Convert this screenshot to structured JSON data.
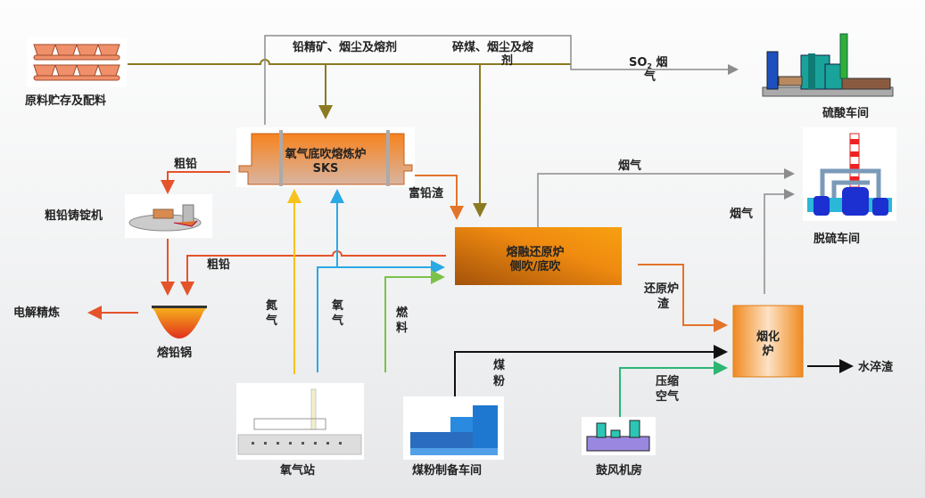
{
  "nodes": {
    "raw_material": "原料贮存及配料",
    "sks_furnace": {
      "line1": "氧气底吹熔炼炉",
      "line2": "SKS"
    },
    "casting_machine": "粗铅铸锭机",
    "melting_pot": "熔铅锅",
    "electrolytic_refining": "电解精炼",
    "reduction_furnace": {
      "line1": "熔融还原炉",
      "line2": "侧吹/底吹"
    },
    "fuming_furnace": {
      "line1": "烟化",
      "line2": "炉"
    },
    "sulfuric_acid_plant": "硫酸车间",
    "desulfurization_plant": "脱硫车间",
    "water_quenched_slag": "水淬渣",
    "oxygen_station": "氧气站",
    "coal_powder_plant": "煤粉制备车间",
    "blower_house": "鼓风机房"
  },
  "flows": {
    "lead_concentrate": "铅精矿、烟尘及熔剂",
    "crushed_coal": {
      "line1": "碎煤、烟尘及熔",
      "line2": "剂"
    },
    "so2_gas": {
      "line1": "SO",
      "sub": "2",
      "line1b": " 烟",
      "line2": "气"
    },
    "crude_lead_1": "粗铅",
    "crude_lead_2": "粗铅",
    "lead_rich_slag": "富铅渣",
    "flue_gas_1": "烟气",
    "flue_gas_2": "烟气",
    "reduction_slag": {
      "line1": "还原炉",
      "line2": "渣"
    },
    "nitrogen": {
      "line1": "氮",
      "line2": "气"
    },
    "oxygen": {
      "line1": "氧",
      "line2": "气"
    },
    "fuel": {
      "line1": "燃",
      "line2": "料"
    },
    "coal_powder": {
      "line1": "煤",
      "line2": "粉"
    },
    "compressed_air": {
      "line1": "压缩",
      "line2": "空气"
    }
  },
  "colors": {
    "olive": "#8a7a22",
    "orange": "#e4742a",
    "red": "#e4532a",
    "gray": "#8c8c8c",
    "yellow": "#f7c21c",
    "blue": "#2aa9e4",
    "green": "#7cc24a",
    "teal": "#2bb673"
  }
}
